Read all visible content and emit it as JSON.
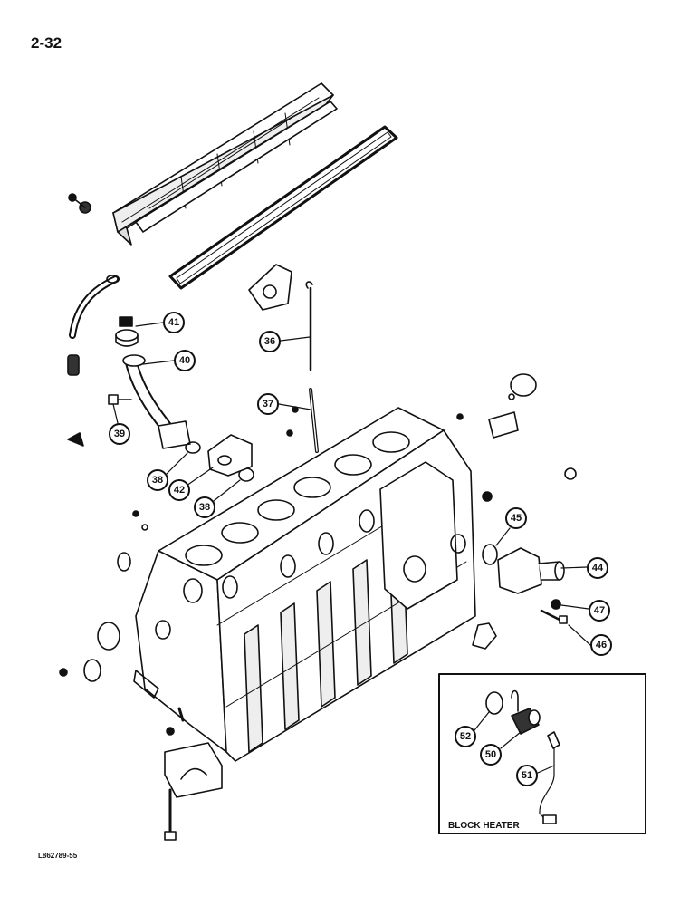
{
  "page": {
    "number": "2-32",
    "figure_code": "L862789-55"
  },
  "inset": {
    "label": "BLOCK HEATER"
  },
  "callouts": {
    "c41": "41",
    "c40": "40",
    "c39": "39",
    "c36": "36",
    "c37": "37",
    "c38a": "38",
    "c42": "42",
    "c38b": "38",
    "c45": "45",
    "c44": "44",
    "c47": "47",
    "c46": "46",
    "c52": "52",
    "c50": "50",
    "c51": "51"
  }
}
